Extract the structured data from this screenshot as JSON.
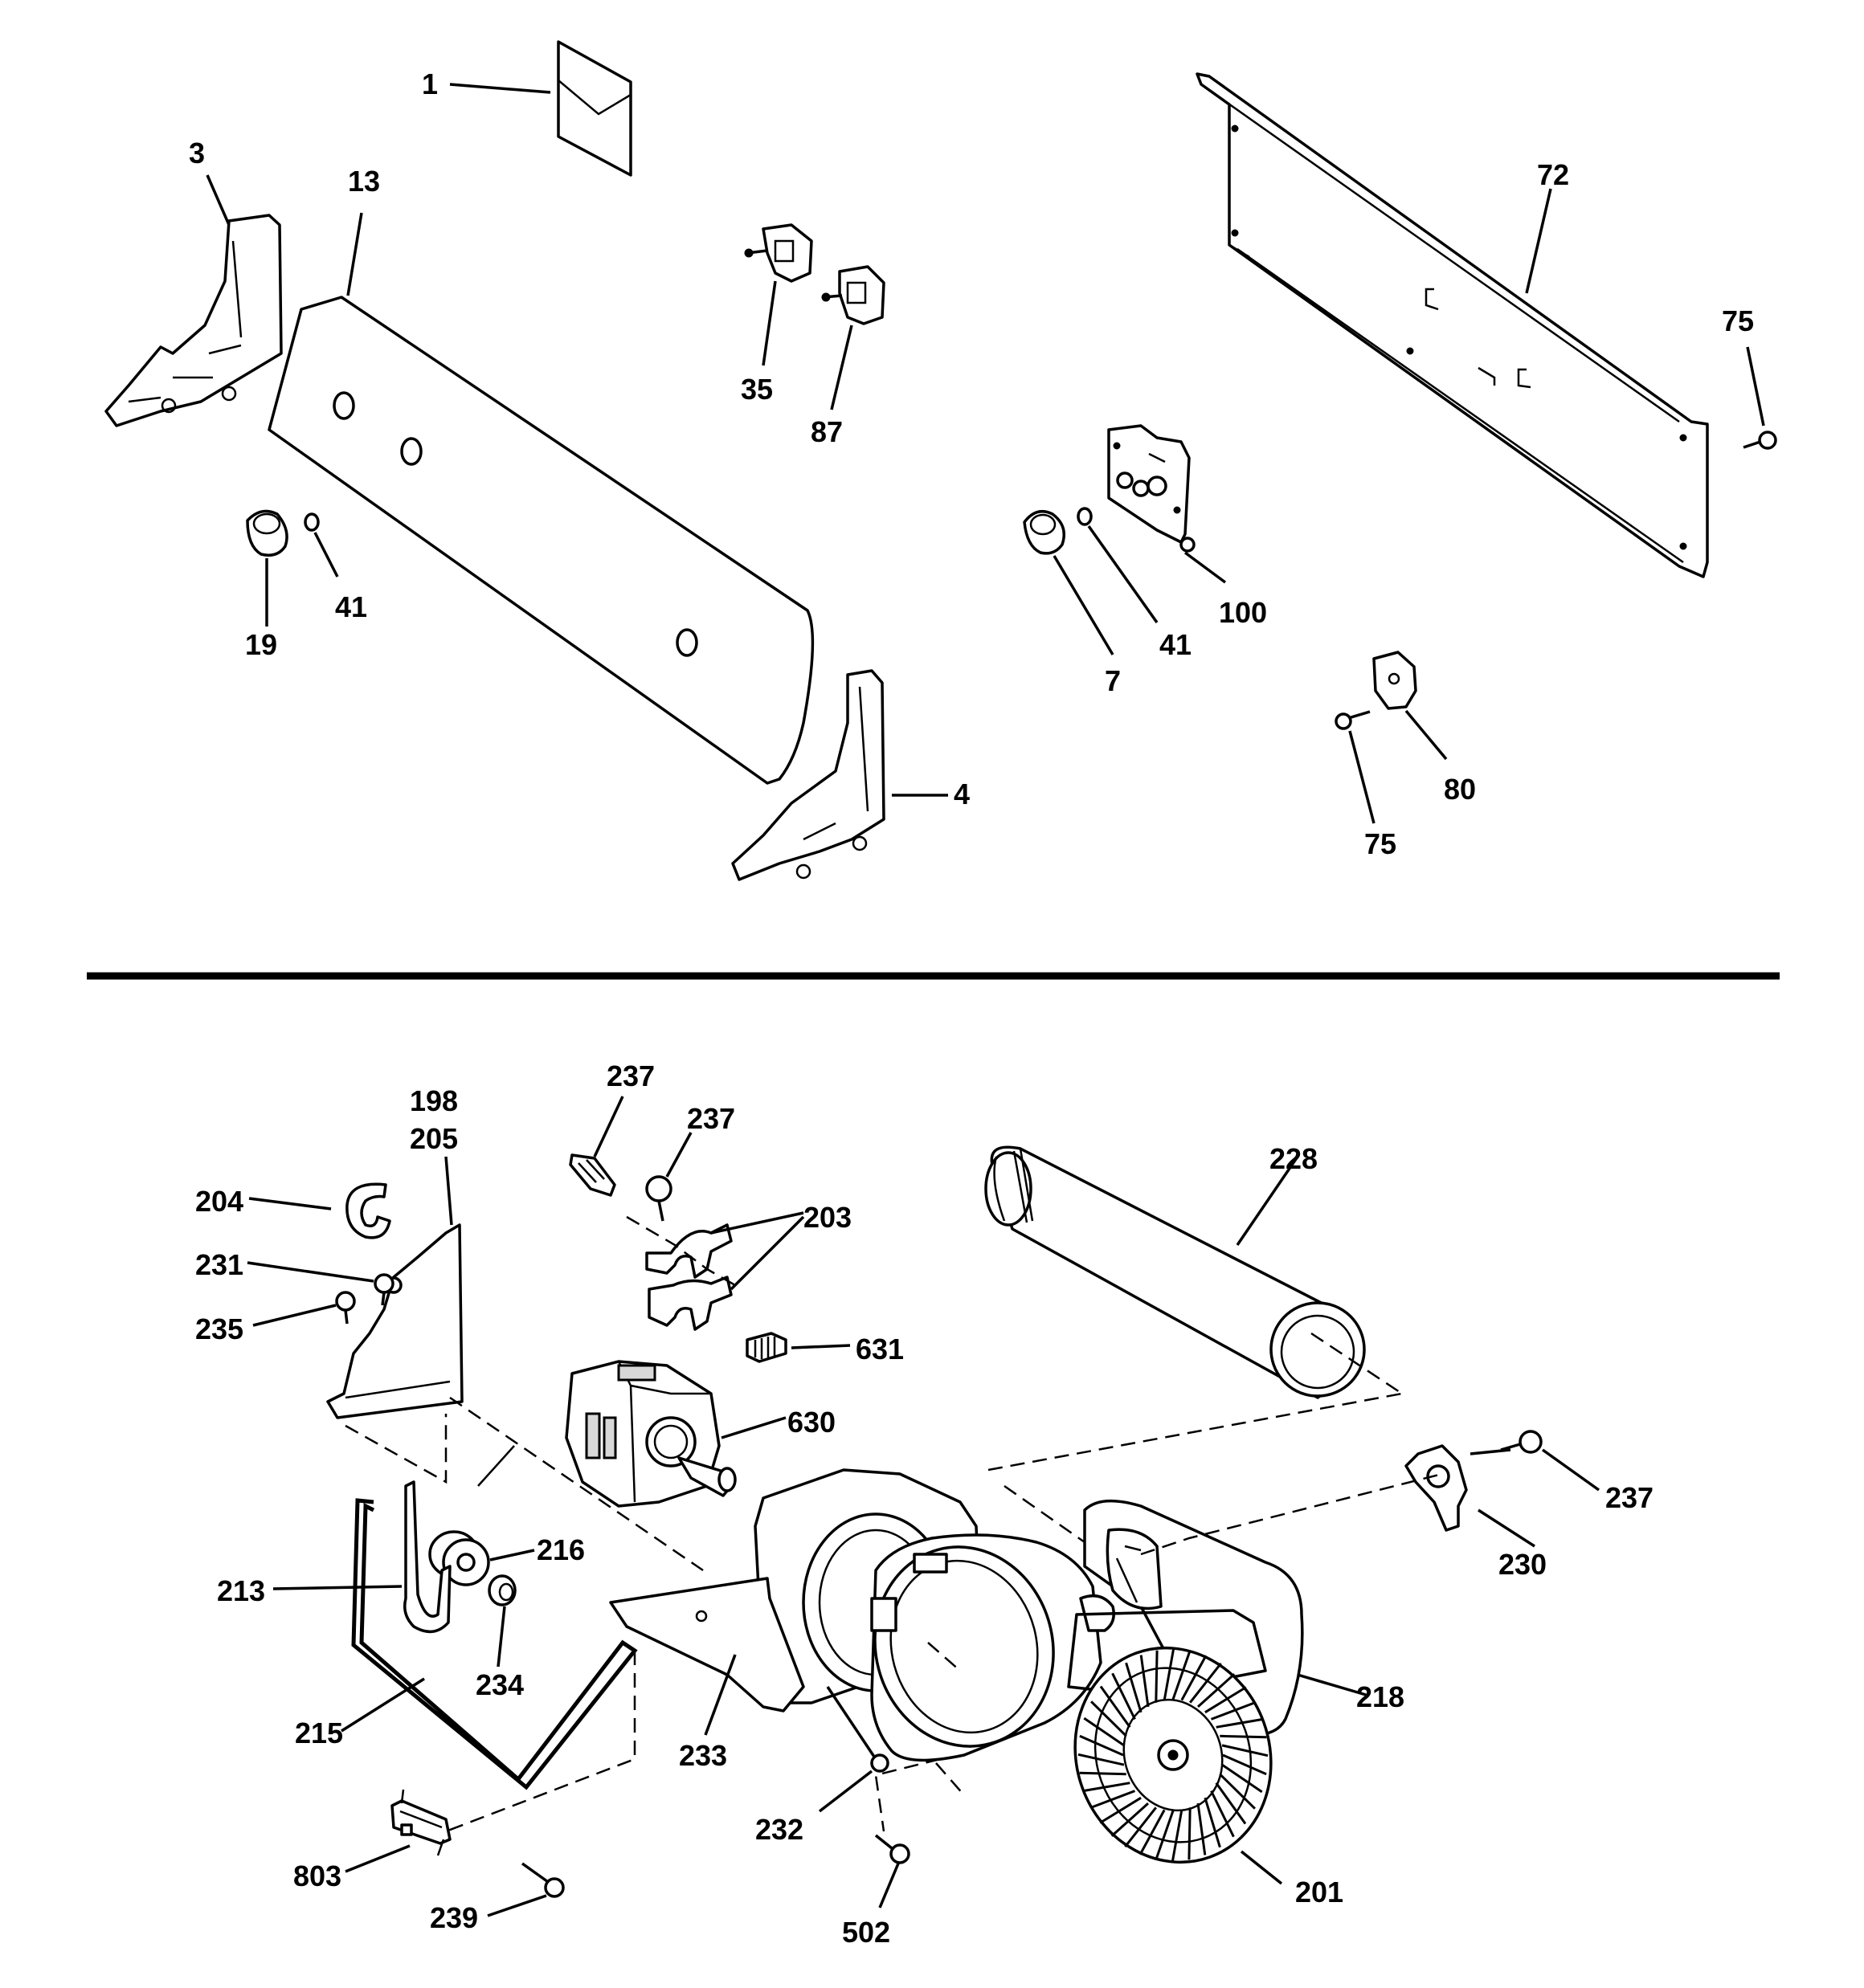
{
  "callouts": {
    "c1": "1",
    "c3": "3",
    "c13": "13",
    "c35": "35",
    "c87": "87",
    "c72": "72",
    "c75a": "75",
    "c19": "19",
    "c41a": "41",
    "c100": "100",
    "c7": "7",
    "c41b": "41",
    "c4": "4",
    "c80": "80",
    "c75b": "75",
    "c237a": "237",
    "c237b": "237",
    "c198": "198",
    "c205": "205",
    "c204": "204",
    "c203": "203",
    "c228": "228",
    "c231": "231",
    "c235": "235",
    "c631": "631",
    "c630": "630",
    "c237c": "237",
    "c216": "216",
    "c213": "213",
    "c230": "230",
    "c234": "234",
    "c218": "218",
    "c215": "215",
    "c233": "233",
    "c232": "232",
    "c803": "803",
    "c201": "201",
    "c239": "239",
    "c502": "502"
  }
}
